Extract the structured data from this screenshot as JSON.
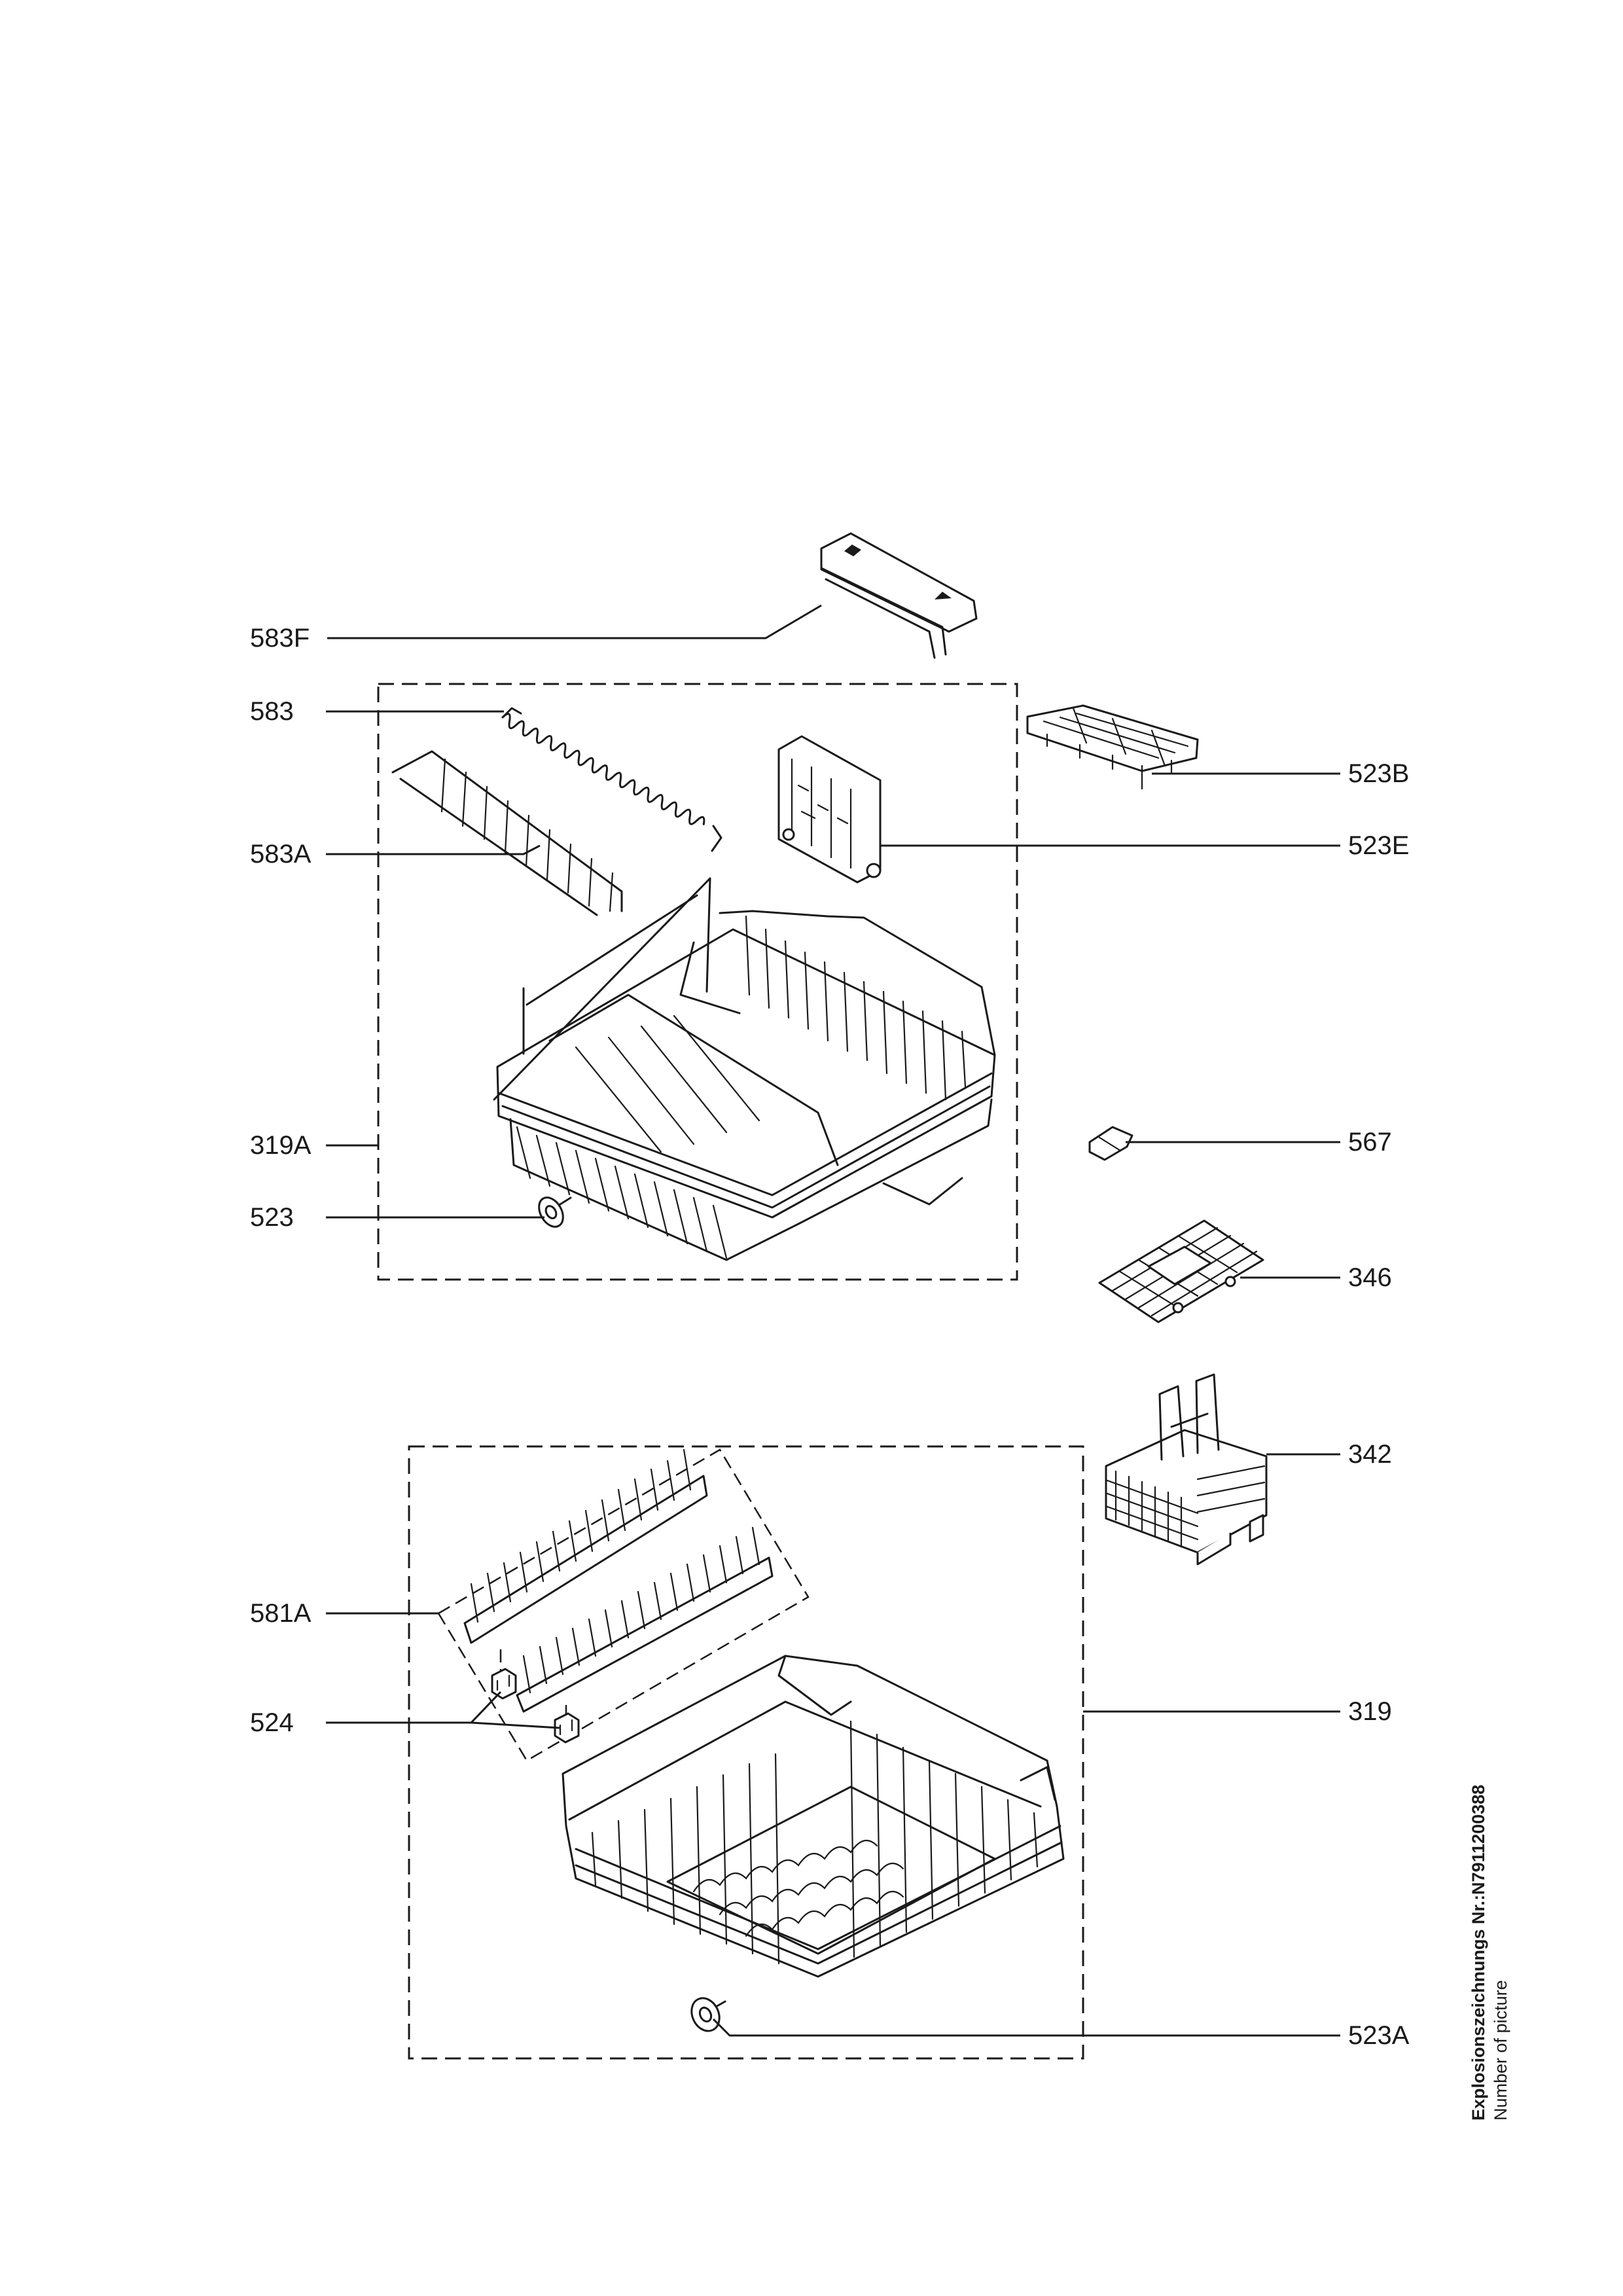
{
  "labels": {
    "l583F": "583F",
    "l583": "583",
    "l583A": "583A",
    "l319A": "319A",
    "l523": "523",
    "l523B": "523B",
    "l523E": "523E",
    "l567": "567",
    "l346": "346",
    "l342": "342",
    "l581A": "581A",
    "l524": "524",
    "l319": "319",
    "l523A": "523A"
  },
  "reference": {
    "drawing_no": "Explosionszeichnungs Nr.:N7911200388",
    "number_of_picture": "Number of picture"
  }
}
